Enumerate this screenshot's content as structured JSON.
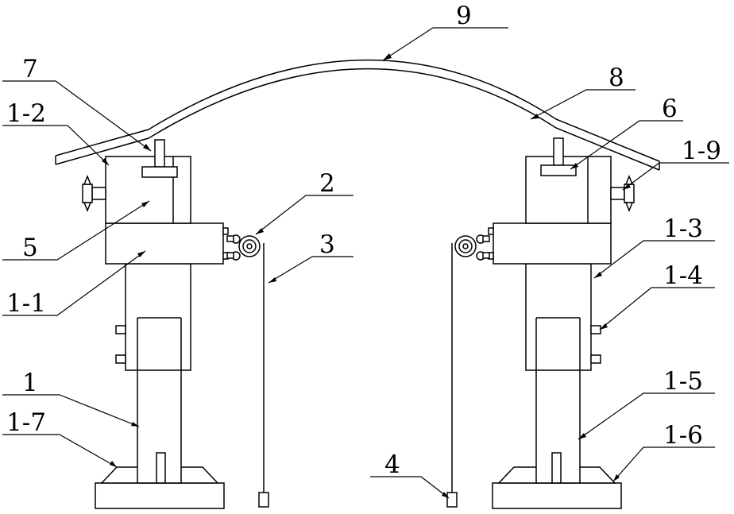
{
  "labels": {
    "part_9": "9",
    "part_8": "8",
    "part_7": "7",
    "part_6": "6",
    "part_1_2": "1-2",
    "part_1_9": "1-9",
    "part_2": "2",
    "part_3": "3",
    "part_1_3": "1-3",
    "part_5": "5",
    "part_1_4": "1-4",
    "part_1_1": "1-1",
    "part_1": "1",
    "part_1_5": "1-5",
    "part_1_7": "1-7",
    "part_1_6": "1-6",
    "part_4": "4"
  }
}
